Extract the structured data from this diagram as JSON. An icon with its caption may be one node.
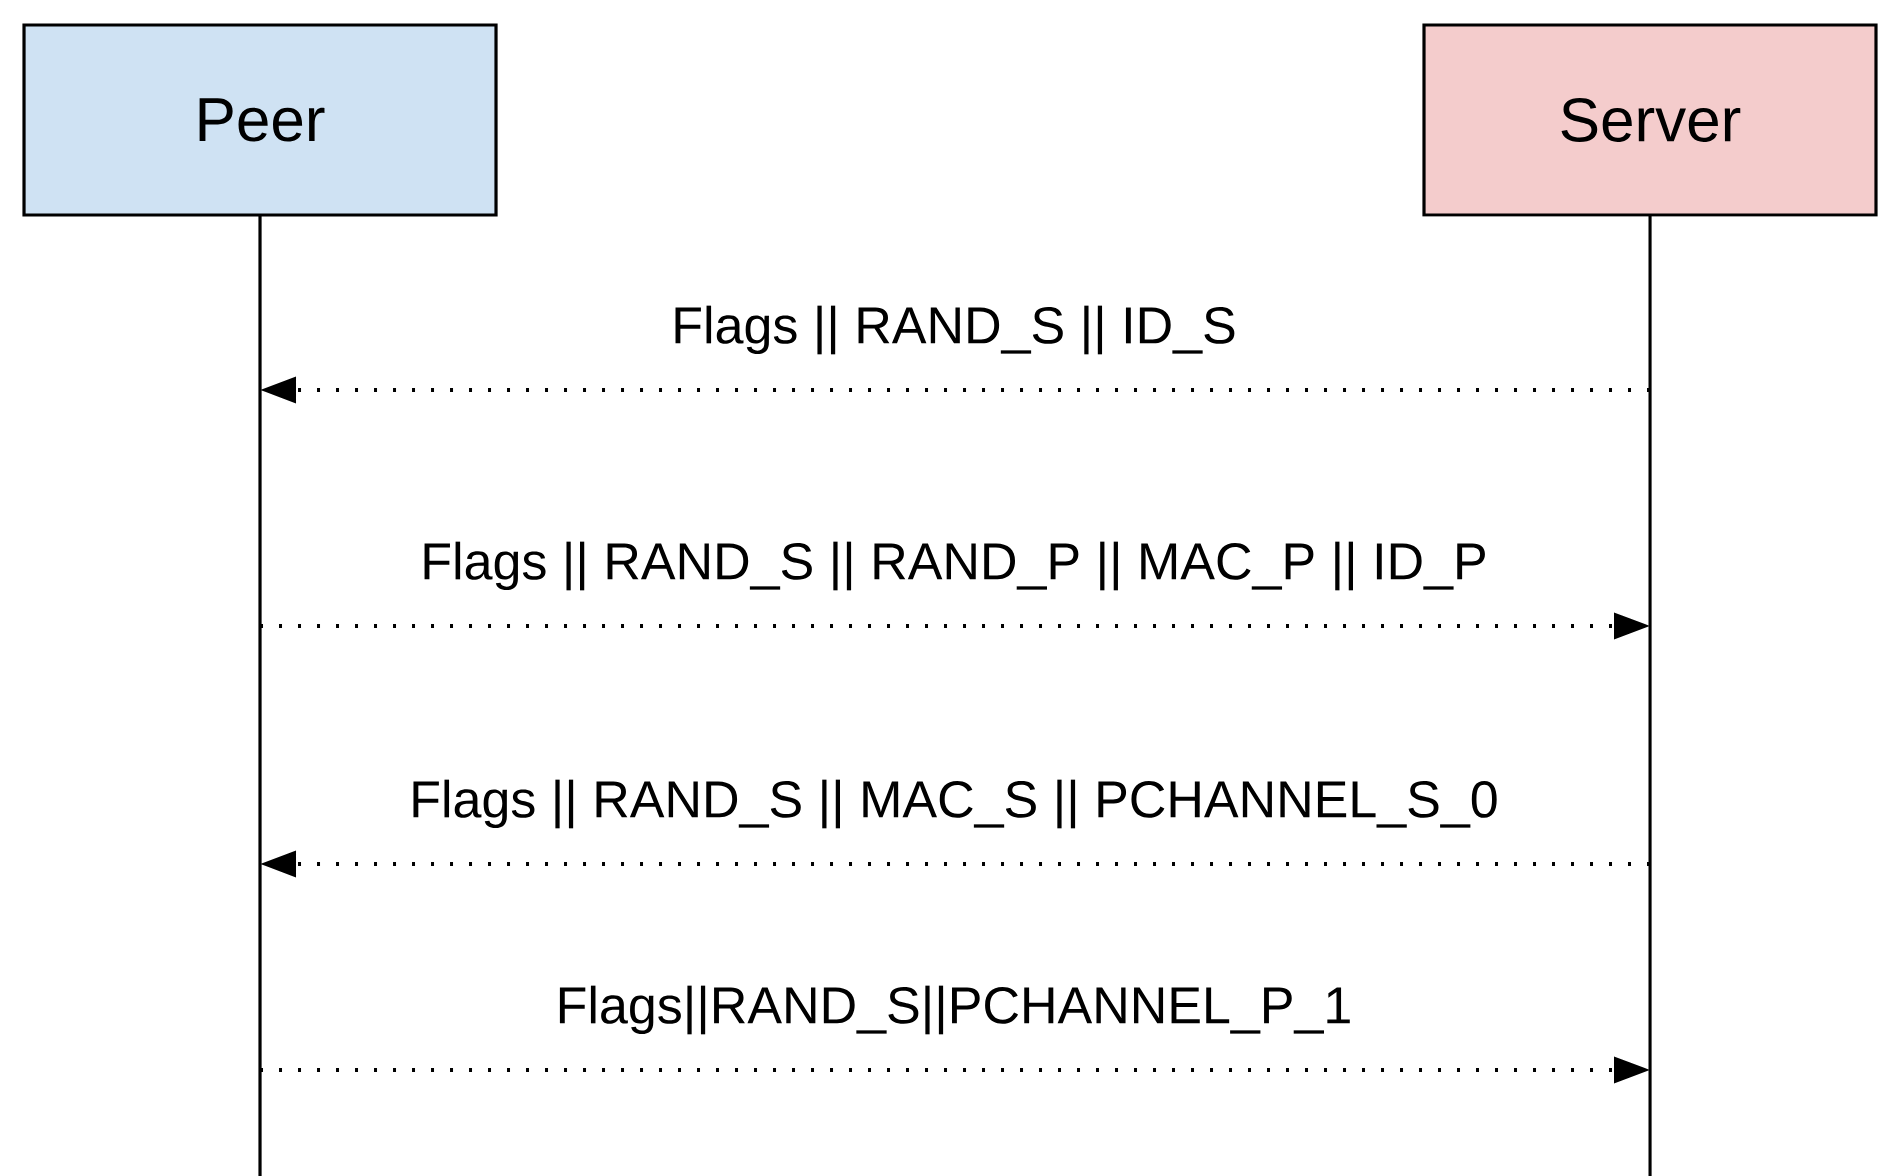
{
  "diagram": {
    "nodes": [
      {
        "text": [
          "Peer"
        ]
      },
      {
        "text": [
          "Server"
        ]
      }
    ],
    "edges": [
      {
        "from": 1,
        "to": 0,
        "arrow": "to",
        "label": "Flags || RAND_S || ID_S"
      },
      {
        "from": 0,
        "to": 1,
        "arrow": "to",
        "label": "Flags || RAND_S || RAND_P || MAC_P || ID_P"
      },
      {
        "from": 1,
        "to": 0,
        "arrow": "to",
        "label": "Flags || RAND_S || MAC_S || PCHANNEL_S_0"
      },
      {
        "from": 0,
        "to": 1,
        "arrow": "to",
        "label": "Flags||RAND_S||PCHANNEL_P_1"
      }
    ]
  }
}
